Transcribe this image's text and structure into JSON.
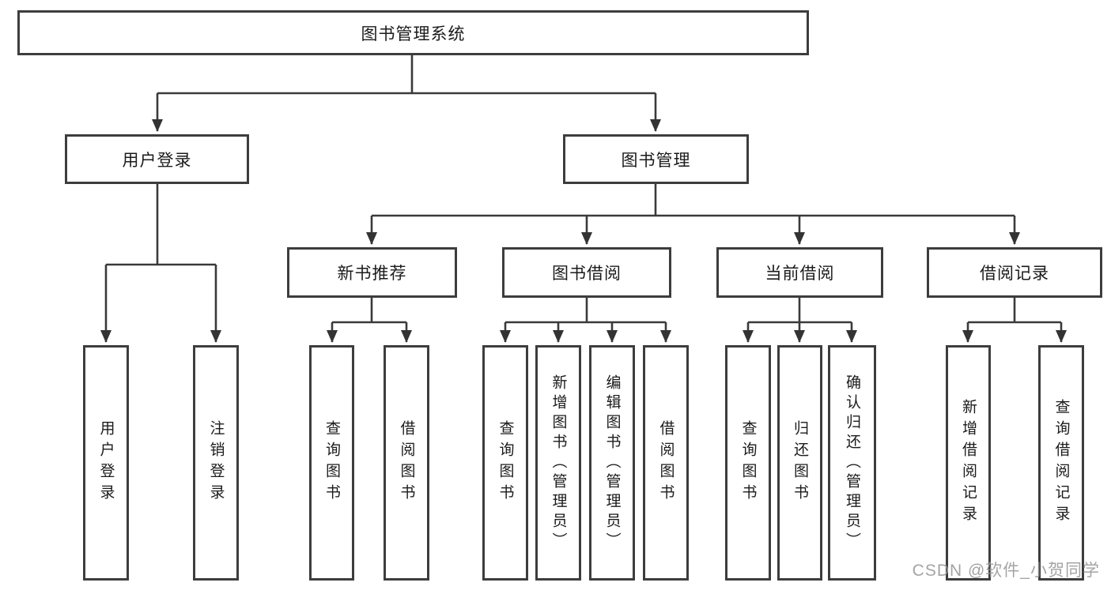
{
  "diagram": {
    "root": "图书管理系统",
    "branches": [
      "用户登录",
      "图书管理"
    ],
    "modules": [
      "新书推荐",
      "图书借阅",
      "当前借阅",
      "借阅记录"
    ],
    "features": {
      "user": [
        "用户登录",
        "注销登录"
      ],
      "newbook": [
        "查询图书",
        "借阅图书"
      ],
      "borrow": [
        "查询图书",
        "新增图书（管理员）",
        "编辑图书（管理员）",
        "借阅图书"
      ],
      "current": [
        "查询图书",
        "归还图书",
        "确认归还（管理员）"
      ],
      "records": [
        "新增借阅记录",
        "查询借阅记录"
      ]
    }
  },
  "watermark": "CSDN @软件_小贺同学",
  "colors": {
    "line": "#3a3a3a",
    "box_border": "#3d3d3d",
    "text": "#1b1b1b",
    "watermark": "#949494",
    "background": "#ffffff"
  }
}
